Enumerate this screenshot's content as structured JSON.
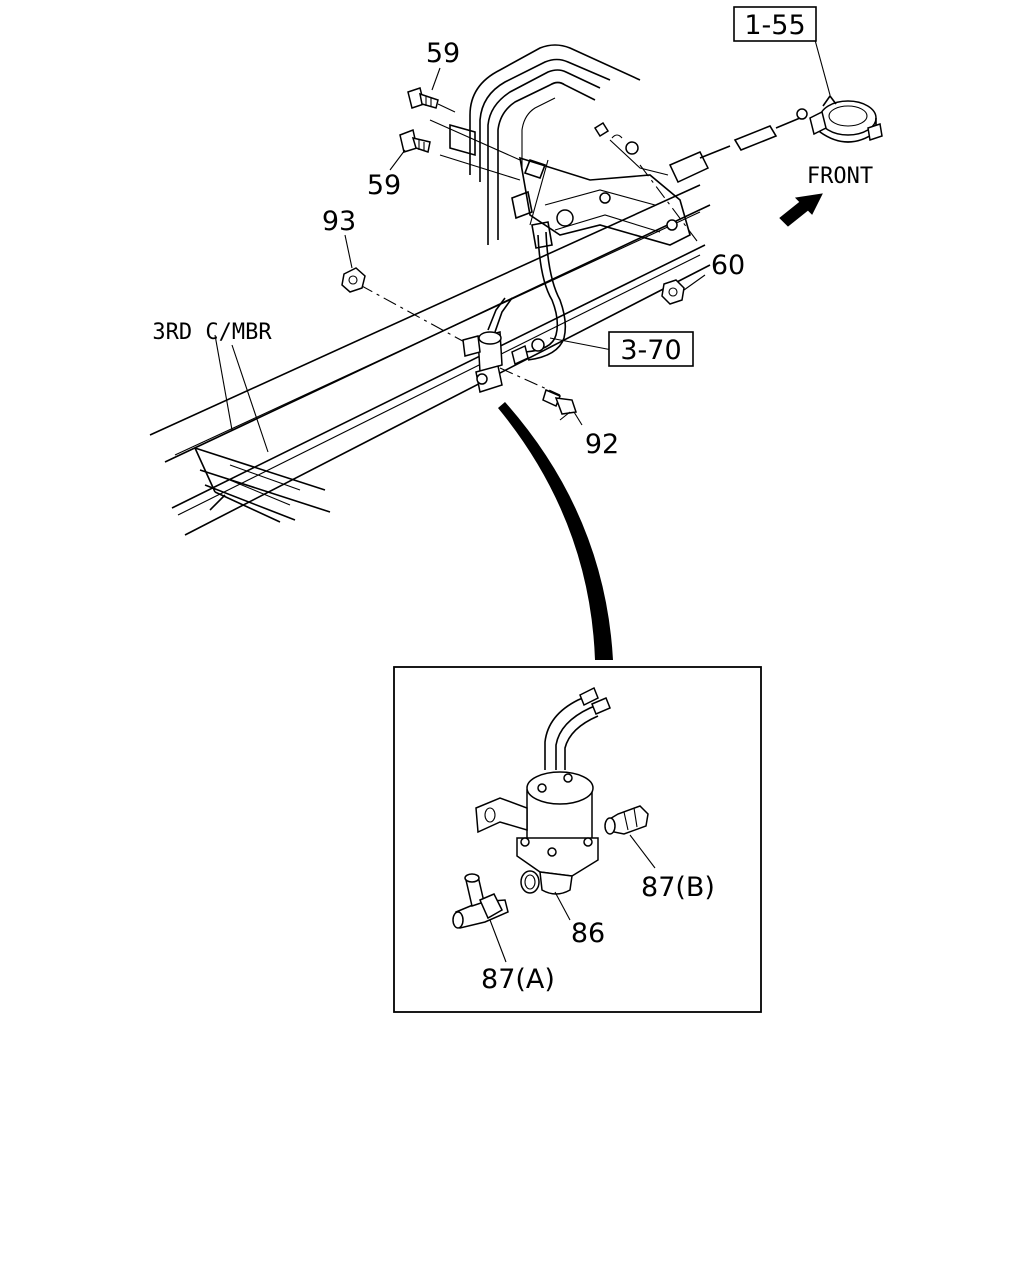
{
  "callouts": {
    "bolt_upper": "59",
    "bolt_lower": "59",
    "nut_left": "93",
    "nut_right": "60",
    "bolt_bottom": "92",
    "valve": "86",
    "fitting_a": "87(A)",
    "fitting_b": "87(B)"
  },
  "references": {
    "clamp": "1-55",
    "hose": "3-70"
  },
  "annotations": {
    "front": "FRONT",
    "member": "3RD C/MBR"
  },
  "icons": {
    "front_arrow": "front-direction-arrow-icon"
  },
  "colors": {
    "ink": "#000000",
    "paper": "#ffffff"
  }
}
